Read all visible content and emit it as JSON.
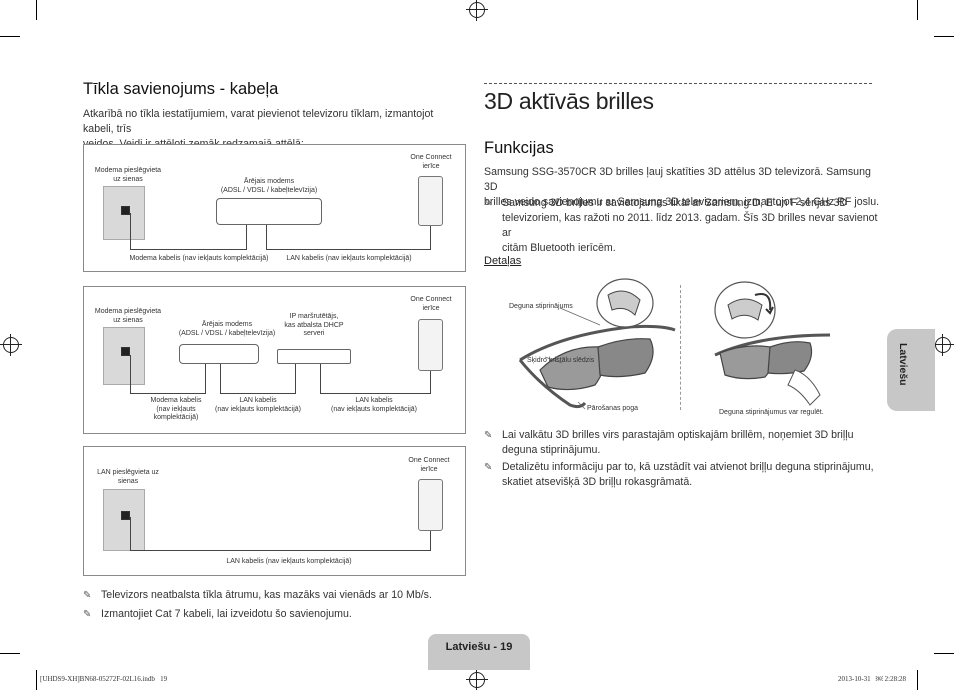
{
  "left": {
    "heading": "Tīkla savienojums - kabeļa",
    "intro_line1": "Atkarībā no tīkla iestatījumiem, varat pievienot televizoru tīklam, izmantojot kabeli, trīs",
    "intro_line2": "veidos. Veidi ir attēloti zemāk redzamajā attēlā:",
    "diagram1": {
      "wall_label_1": "Modema pieslēgvieta",
      "wall_label_2": "uz sienas",
      "modem_label_1": "Ārējais modems",
      "modem_label_2": "(ADSL / VDSL / kabeļtelevīzija)",
      "one_connect_1": "One Connect",
      "one_connect_2": "ierīce",
      "cable_modem": "Modema kabelis (nav iekļauts komplektācijā)",
      "cable_lan": "LAN kabelis (nav iekļauts komplektācijā)"
    },
    "diagram2": {
      "wall_label_1": "Modema pieslēgvieta",
      "wall_label_2": "uz sienas",
      "modem_label_1": "Ārējais modems",
      "modem_label_2": "(ADSL / VDSL / kabeļtelevīzija)",
      "router_label_1": "IP maršrutētājs,",
      "router_label_2": "kas atbalsta DHCP",
      "router_label_3": "serveri",
      "one_connect_1": "One Connect",
      "one_connect_2": "ierīce",
      "cable_modem_1": "Modema kabelis",
      "cable_modem_2": "(nav iekļauts",
      "cable_modem_3": "komplektācijā)",
      "cable_lan_a_1": "LAN kabelis",
      "cable_lan_a_2": "(nav iekļauts komplektācijā)",
      "cable_lan_b_1": "LAN kabelis",
      "cable_lan_b_2": "(nav iekļauts komplektācijā)"
    },
    "diagram3": {
      "wall_label_1": "LAN pieslēgvieta uz",
      "wall_label_2": "sienas",
      "one_connect_1": "One Connect",
      "one_connect_2": "ierīce",
      "cable_lan": "LAN kabelis (nav iekļauts komplektācijā)"
    },
    "note1": "Televizors neatbalsta tīkla ātrumu, kas mazāks vai vienāds ar 10 Mb/s.",
    "note2": "Izmantojiet Cat 7 kabeli, lai izveidotu šo savienojumu."
  },
  "right": {
    "title": "3D aktīvās brilles",
    "subheading": "Funkcijas",
    "para_line1": "Samsung SSG-3570CR 3D brilles ļauj skatīties 3D attēlus 3D televizorā. Samsung 3D",
    "para_line2": "brilles veido savienojumu ar Samsung 3D televizoriem, izmantojot 2,4 GHz RF joslu.",
    "note_a_1": "Samsung 3D brilles ir savietojamas tikai ar Samsung D, E un F sērijas 3D",
    "note_a_2": "televizoriem, kas ražoti no 2011. līdz 2013. gadam. Šīs 3D brilles nevar savienot ar",
    "note_a_3": "citām Bluetooth ierīcēm.",
    "details_heading": "Detaļas",
    "label_nose": "Deguna stiprinājums",
    "label_lcd": "Šķidro kristālu slēdzis",
    "label_pairing": "Pārošanas poga",
    "label_adjust": "Deguna stiprinājumus var regulēt.",
    "note_b_1": "Lai valkātu 3D brilles virs parastajām optiskajām brillēm, noņemiet 3D briļļu",
    "note_b_2": "deguna stiprinājumu.",
    "note_c_1": "Detalizētu informāciju par to, kā uzstādīt vai atvienot briļļu deguna stiprinājumu,",
    "note_c_2": "skatiet atsevišķā 3D briļļu rokasgrāmatā."
  },
  "side_tab": "Latviešu",
  "page_footer": "Latviešu - 19",
  "print_left": "[UHDS9-XH]BN68-05272F-02L16.indb   19",
  "print_right": "2013-10-31   ￼ 2:28:28",
  "note_symbol": "✎"
}
